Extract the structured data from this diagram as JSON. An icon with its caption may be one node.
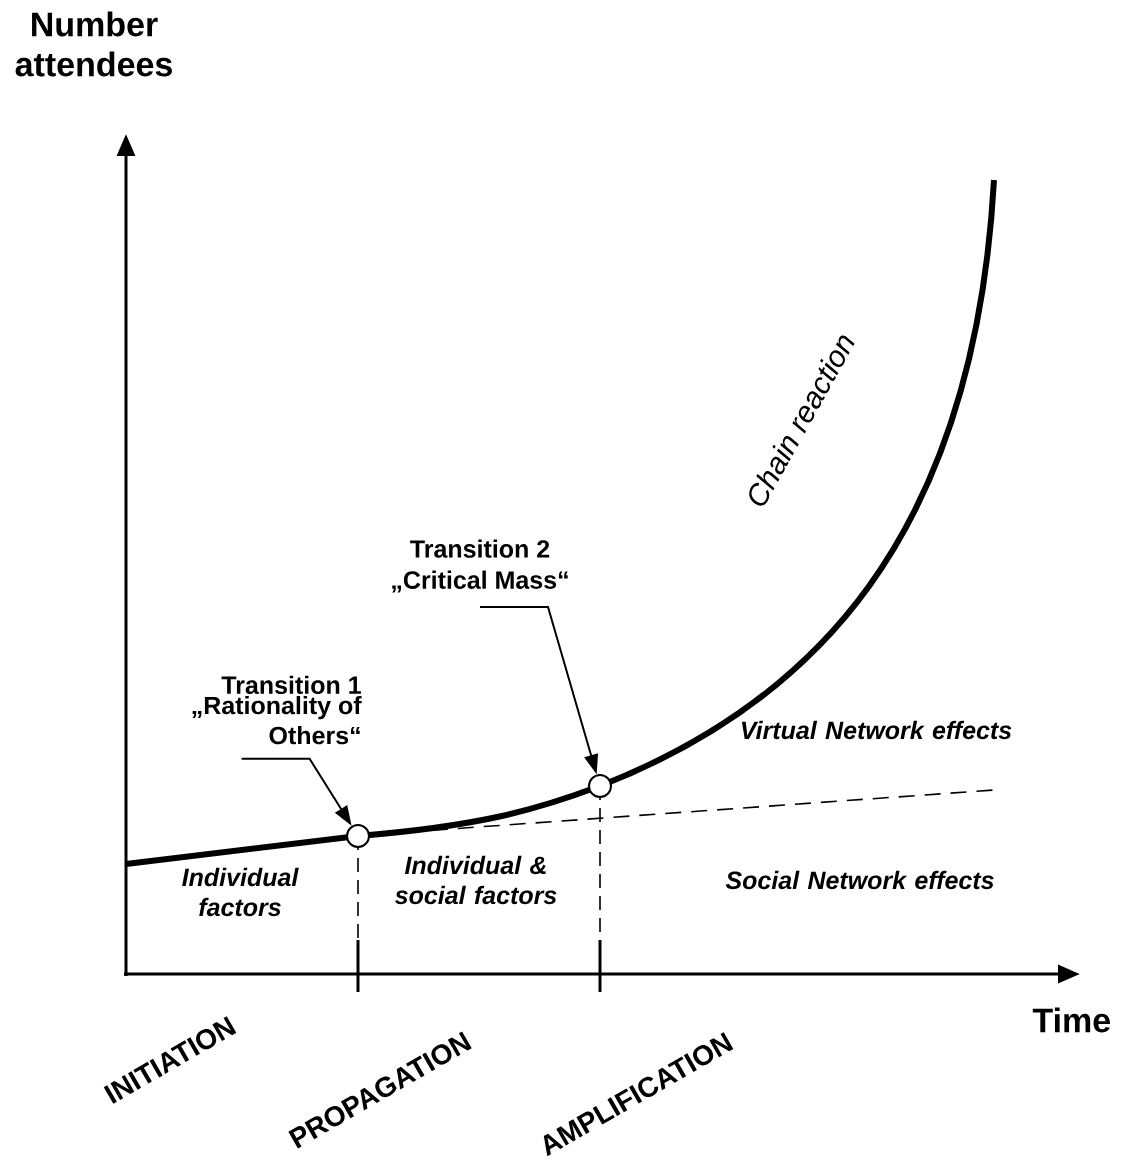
{
  "diagram": {
    "nodes": [
      {
        "text": [
          "Transition 1",
          "„Rationality of Others“"
        ]
      },
      {
        "text": [],
        "shape": "circle"
      },
      {
        "text": [
          "Transition 2",
          "„Critical Mass“"
        ]
      },
      {
        "text": [],
        "shape": "circle"
      }
    ],
    "edges": [
      {
        "from": 0,
        "to": 1,
        "arrow": "to"
      },
      {
        "from": 2,
        "to": 3,
        "arrow": "to"
      }
    ],
    "labels": [
      "Number attendees",
      "Time",
      "Chain reaction",
      "Virtual Network effects",
      "Individual factors",
      "Individual & social factors",
      "Social Network effects",
      "INITIATION",
      "PROPAGATION",
      "AMPLIFICATION"
    ]
  }
}
